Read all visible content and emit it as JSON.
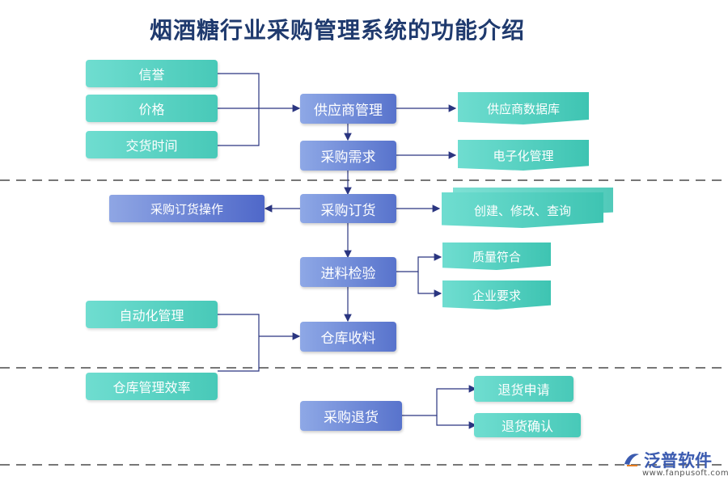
{
  "title": "烟酒糖行业采购管理系统的功能介绍",
  "nodes": {
    "xinyu": "信誉",
    "jiage": "价格",
    "jiaohuo": "交货时间",
    "gys": "供应商管理",
    "gysk": "供应商数据库",
    "xuqiu": "采购需求",
    "dianzi": "电子化管理",
    "dinghuocz": "采购订货操作",
    "dinghuo": "采购订货",
    "chuangjian": "创建、修改、查询",
    "jianyan": "进料检验",
    "zhiliang": "质量符合",
    "qiye": "企业要求",
    "zidong": "自动化管理",
    "shouliao": "仓库收料",
    "xiaolv": "仓库管理效率",
    "tuihuo": "采购退货",
    "shenqing": "退货申请",
    "queren": "退货确认"
  },
  "logo": {
    "brand": "泛普软件",
    "url": "www.fanpusoft.com"
  },
  "colors": {
    "teal": "#48c9b8",
    "blue": "#5873cc",
    "title": "#1f3a6e",
    "line": "#2a3580",
    "dash": "#777777"
  }
}
